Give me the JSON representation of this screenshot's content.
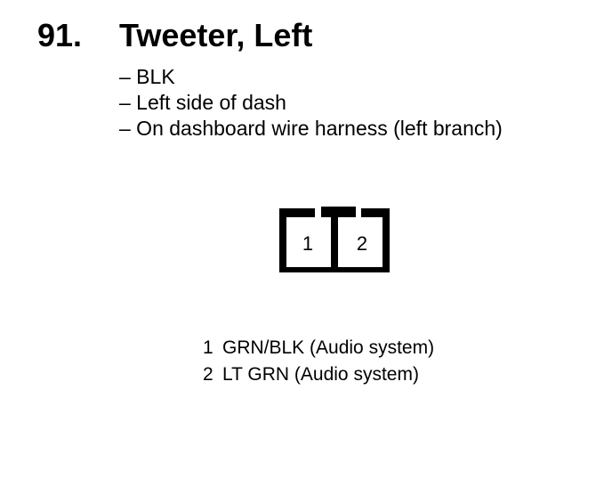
{
  "section": {
    "number": "91.",
    "title": "Tweeter, Left"
  },
  "details": [
    "– BLK",
    "– Left side of dash",
    "– On dashboard wire harness (left branch)"
  ],
  "connector": {
    "pins": [
      "1",
      "2"
    ]
  },
  "pinout": [
    {
      "pin": "1",
      "desc": "GRN/BLK (Audio system)"
    },
    {
      "pin": "2",
      "desc": "LT GRN (Audio system)"
    }
  ]
}
